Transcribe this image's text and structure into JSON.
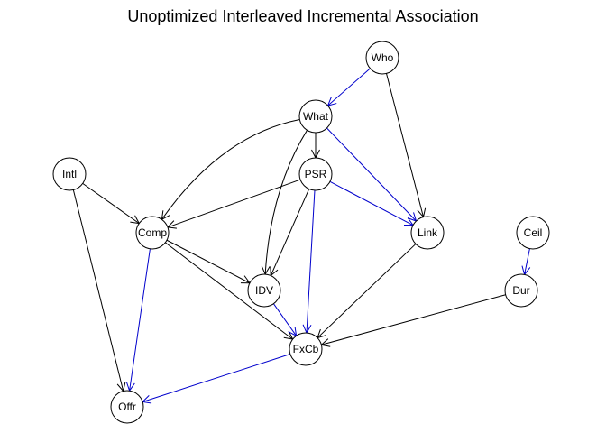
{
  "title": "Unoptimized Interleaved Incremental Association",
  "colors": {
    "black_edge": "#000000",
    "blue_edge": "#0000cc",
    "node_stroke": "#000000",
    "node_fill": "#ffffff"
  },
  "nodes": [
    {
      "id": "Who",
      "label": "Who"
    },
    {
      "id": "What",
      "label": "What"
    },
    {
      "id": "PSR",
      "label": "PSR"
    },
    {
      "id": "Intl",
      "label": "Intl"
    },
    {
      "id": "Comp",
      "label": "Comp"
    },
    {
      "id": "Link",
      "label": "Link"
    },
    {
      "id": "Ceil",
      "label": "Ceil"
    },
    {
      "id": "IDV",
      "label": "IDV"
    },
    {
      "id": "Dur",
      "label": "Dur"
    },
    {
      "id": "FxCb",
      "label": "FxCb"
    },
    {
      "id": "Offr",
      "label": "Offr"
    }
  ],
  "edges": [
    {
      "from": "Who",
      "to": "What",
      "color": "blue"
    },
    {
      "from": "Who",
      "to": "Link",
      "color": "black"
    },
    {
      "from": "What",
      "to": "PSR",
      "color": "black"
    },
    {
      "from": "What",
      "to": "Link",
      "color": "blue"
    },
    {
      "from": "What",
      "to": "Comp",
      "color": "black"
    },
    {
      "from": "What",
      "to": "IDV",
      "color": "black"
    },
    {
      "from": "PSR",
      "to": "Comp",
      "color": "black"
    },
    {
      "from": "PSR",
      "to": "Link",
      "color": "blue"
    },
    {
      "from": "PSR",
      "to": "IDV",
      "color": "black"
    },
    {
      "from": "PSR",
      "to": "FxCb",
      "color": "blue"
    },
    {
      "from": "Intl",
      "to": "Comp",
      "color": "black"
    },
    {
      "from": "Intl",
      "to": "Offr",
      "color": "black"
    },
    {
      "from": "Comp",
      "to": "IDV",
      "color": "black"
    },
    {
      "from": "Comp",
      "to": "FxCb",
      "color": "black"
    },
    {
      "from": "Comp",
      "to": "Offr",
      "color": "blue"
    },
    {
      "from": "IDV",
      "to": "FxCb",
      "color": "blue"
    },
    {
      "from": "Link",
      "to": "FxCb",
      "color": "black"
    },
    {
      "from": "Ceil",
      "to": "Dur",
      "color": "blue"
    },
    {
      "from": "Dur",
      "to": "FxCb",
      "color": "black"
    },
    {
      "from": "FxCb",
      "to": "Offr",
      "color": "blue"
    }
  ]
}
